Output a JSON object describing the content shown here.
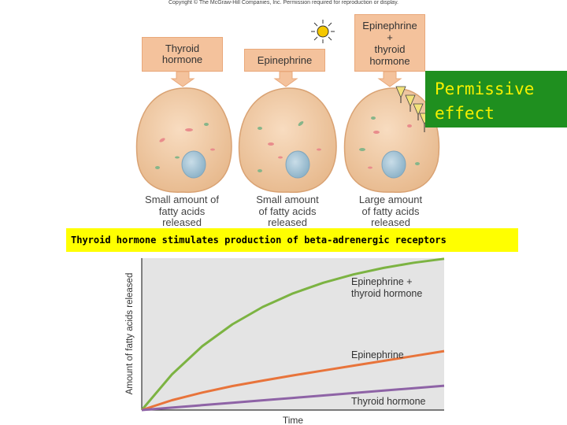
{
  "copyright": "Copyright © The McGraw-Hill Companies, Inc. Permission required for reproduction or display.",
  "panels": [
    {
      "hormone": "Thyroid\nhormone",
      "result": "Small amount of\nfatty acids\nreleased"
    },
    {
      "hormone": "Epinephrine",
      "result": "Small amount\nof fatty acids\nreleased"
    },
    {
      "hormone": "Epinephrine\n+\nthyroid\nhormone",
      "result": "Large amount\nof fatty acids\nreleased"
    }
  ],
  "permissive_box": "Permissive\neffect",
  "banner": "Thyroid hormone stimulates production of beta-adrenergic receptors",
  "chart_data": {
    "type": "line",
    "xlabel": "Time",
    "ylabel": "Amount of fatty acids released",
    "series": [
      {
        "name": "Epinephrine +\nthyroid hormone",
        "color": "#7cb342",
        "x": [
          0,
          1,
          2,
          3,
          4,
          5,
          6,
          7,
          8,
          9,
          10
        ],
        "y": [
          0,
          23.5,
          42,
          56.5,
          67.9,
          76.8,
          83.8,
          89.3,
          93.6,
          97,
          99.6
        ]
      },
      {
        "name": "Epinephrine",
        "color": "#e8743b",
        "x": [
          0,
          1,
          2,
          3,
          4,
          5,
          6,
          7,
          8,
          9,
          10
        ],
        "y": [
          0,
          6.5,
          11.5,
          15.8,
          19.4,
          22.8,
          26,
          29.2,
          32.4,
          35.6,
          38.8
        ]
      },
      {
        "name": "Thyroid hormone",
        "color": "#8e63a6",
        "x": [
          0,
          1,
          2,
          3,
          4,
          5,
          6,
          7,
          8,
          9,
          10
        ],
        "y": [
          0,
          1.6,
          3.2,
          4.8,
          6.4,
          8,
          9.6,
          11.2,
          12.8,
          14.4,
          16
        ]
      }
    ],
    "xlim": [
      0,
      10
    ],
    "ylim": [
      0,
      100
    ],
    "background": "#e4e4e4"
  }
}
